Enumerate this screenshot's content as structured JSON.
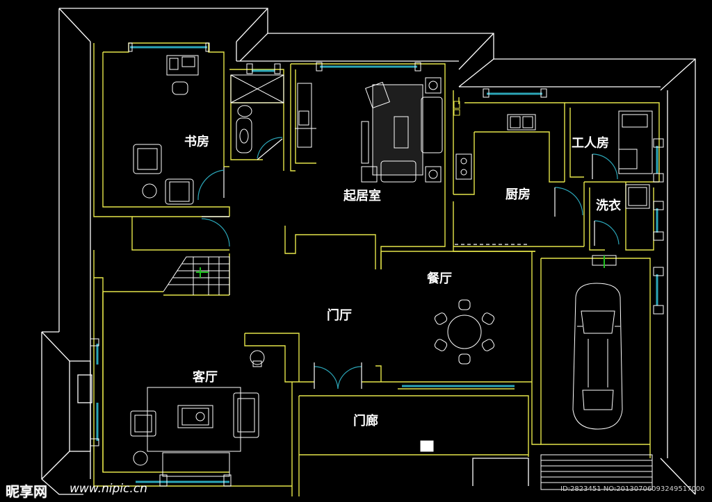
{
  "rooms": {
    "study": "书房",
    "family_room": "起居室",
    "kitchen": "厨房",
    "maid_room": "工人房",
    "laundry": "洗衣",
    "dining": "餐厅",
    "foyer": "门厅",
    "living": "客厅",
    "porch": "门廊"
  },
  "watermark": {
    "logo": "昵享网",
    "site": "www.nipic.cn",
    "id": "ID:2823451 NO:20130706093249517000"
  },
  "colors": {
    "background": "#000000",
    "wall": "#e6e64a",
    "outline": "#ffffff",
    "window": "#2ba6b8",
    "accent": "#20c020"
  }
}
